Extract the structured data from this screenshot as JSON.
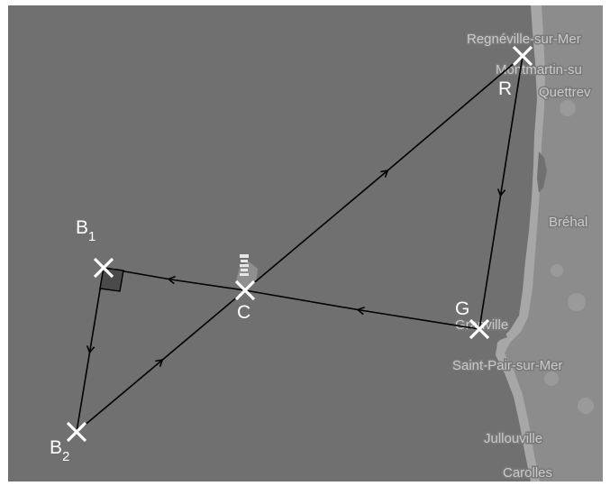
{
  "map": {
    "colors": {
      "sea": "#707070",
      "land": "#8c8c8c",
      "beach": "#a9a9a9",
      "frame": "#ffffff",
      "route": "#000000",
      "marker": "#ffffff"
    },
    "towns": {
      "regneville": "Regnéville-sur-Mer",
      "montmartin": "Montmartin-su",
      "quettreville": "Quettrev",
      "brehal": "Bréhal",
      "granville": "Granville",
      "saint_pair": "Saint-Pair-sur-Mer",
      "jullouville": "Jullouville",
      "carolles": "Carolles"
    },
    "points": {
      "r": "R",
      "g": "G",
      "c": "C",
      "b1_letter": "B",
      "b1_sub": "1",
      "b2_letter": "B",
      "b2_sub": "2"
    },
    "landmark_icon": "lighthouse-icon",
    "marker_icon": "cross-marker-icon",
    "right_angle_icon": "right-angle-icon"
  }
}
